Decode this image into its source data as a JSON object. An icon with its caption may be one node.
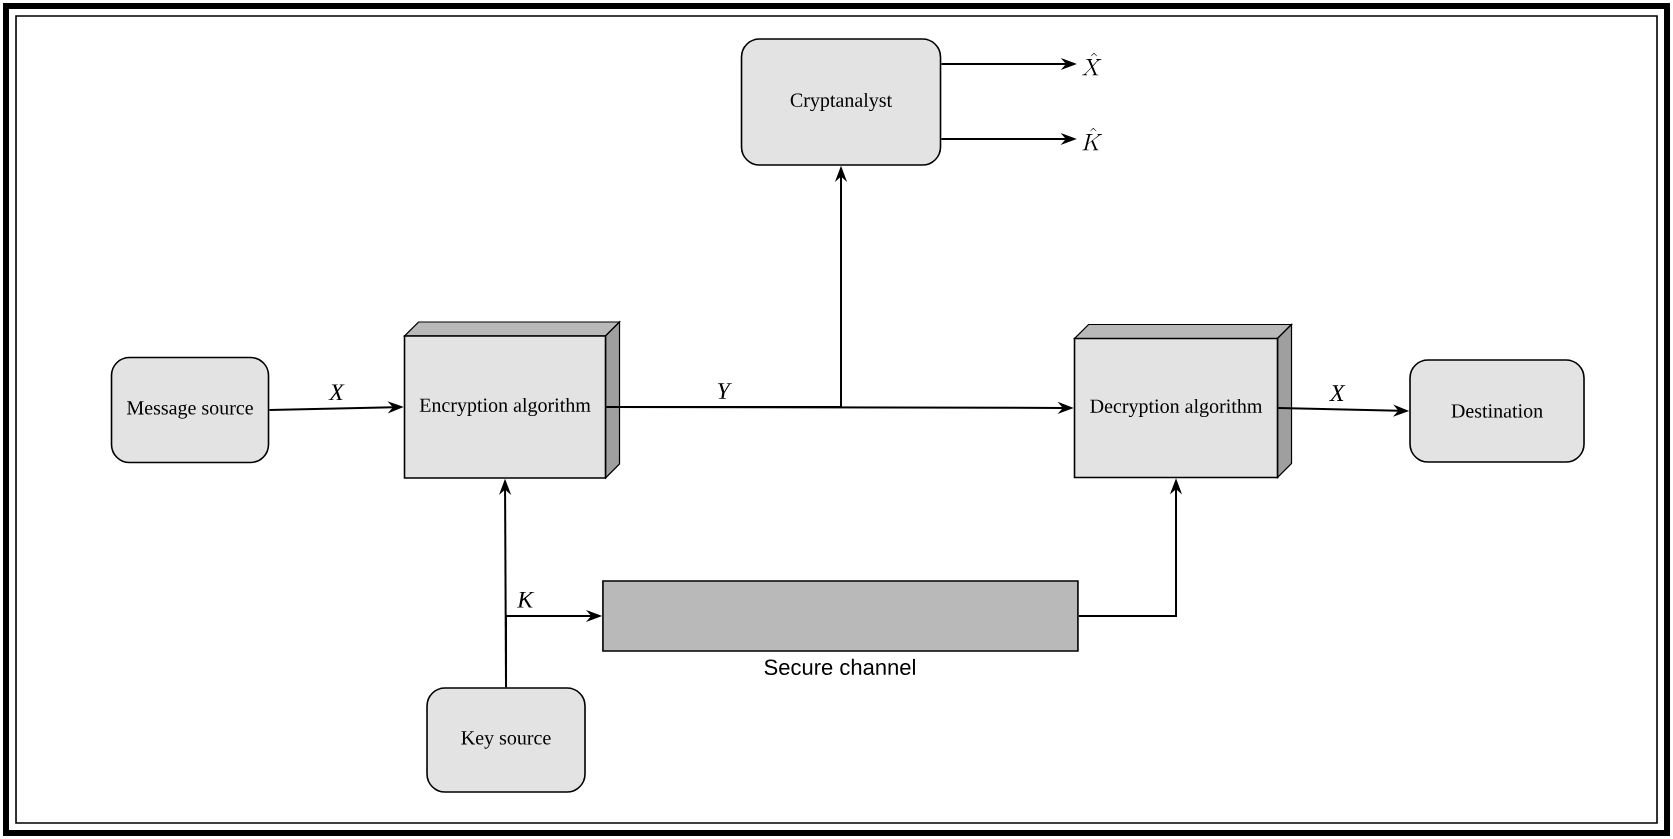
{
  "diagram": {
    "nodes": [
      {
        "text": [
          "Message source"
        ]
      },
      {
        "text": [
          "Encryption algorithm"
        ]
      },
      {
        "text": [
          "Cryptanalyst"
        ]
      },
      {
        "text": [
          "\\hat{X}"
        ]
      },
      {
        "text": [
          "\\hat{K}"
        ]
      },
      {
        "text": [
          "Decryption algorithm"
        ]
      },
      {
        "text": [
          "Destination"
        ]
      },
      {
        "text": [
          "Key source"
        ]
      },
      {
        "text": [],
        "shape": "cylinder",
        "beside": [
          "Secure channel"
        ]
      }
    ],
    "edges": [
      {
        "from": 0,
        "to": 1,
        "arrow": "to",
        "label": "X"
      },
      {
        "from": 1,
        "to": 5,
        "arrow": "to",
        "label": "Y"
      },
      {
        "from": 1,
        "to": 2,
        "arrow": "to"
      },
      {
        "from": 2,
        "to": 3,
        "arrow": "to"
      },
      {
        "from": 2,
        "to": 4,
        "arrow": "to"
      },
      {
        "from": 5,
        "to": 6,
        "arrow": "to",
        "label": "X"
      },
      {
        "from": 7,
        "to": 1,
        "arrow": "to"
      },
      {
        "from": 7,
        "to": 8,
        "arrow": "to",
        "label": "K"
      },
      {
        "from": 8,
        "to": 5,
        "arrow": "to"
      }
    ]
  }
}
